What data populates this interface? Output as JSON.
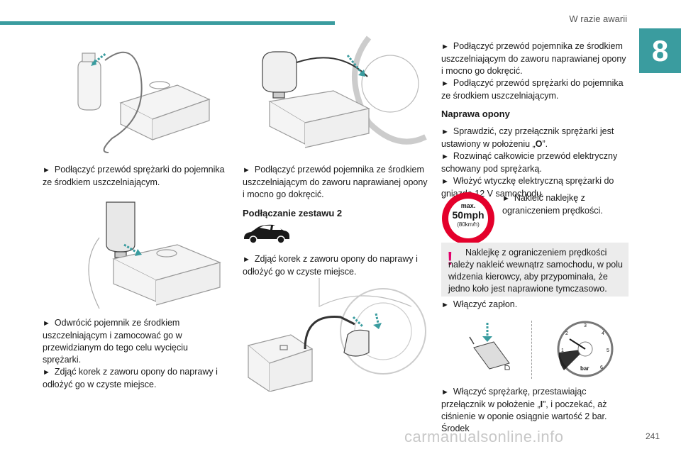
{
  "header": {
    "title": "W razie awarii",
    "chapter": "8",
    "page_number": "241"
  },
  "col1": {
    "p1": "Podłączyć przewód sprężarki do pojemnika ze środkiem uszczelniającym.",
    "p2": "Odwrócić pojemnik ze środkiem uszczelniającym i zamocować go w przewidzianym do tego celu wycięciu sprężarki.",
    "p3": "Zdjąć korek z zaworu opony do naprawy i odłożyć go w czyste miejsce."
  },
  "col2": {
    "p1": "Podłączyć przewód pojemnika ze środkiem uszczelniającym do zaworu naprawianej opony i mocno go dokręcić.",
    "heading": "Podłączanie zestawu 2",
    "p2": "Zdjąć korek z zaworu opony do naprawy i odłożyć go w czyste miejsce."
  },
  "col3": {
    "p1": "Podłączyć przewód pojemnika ze środkiem uszczelniającym do zaworu naprawianej opony i mocno go dokręcić.",
    "p2": "Podłączyć przewód sprężarki do pojemnika ze środkiem uszczelniającym.",
    "heading": "Naprawa opony",
    "p3a": "Sprawdzić, czy przełącznik sprężarki jest ustawiony w położeniu „",
    "p3b": "O",
    "p3c": "”.",
    "p4": "Rozwinąć całkowicie przewód elektryczny schowany pod sprężarką.",
    "p5": "Włożyć wtyczkę elektryczną sprężarki do gniazda 12 V samochodu.",
    "p6": "Nakleić naklejkę z ograniczeniem prędkości.",
    "warning": "Naklejkę z ograniczeniem prędkości należy nakleić wewnątrz samochodu, w polu widzenia kierowcy, aby przypominała, że jedno koło jest naprawione tymczasowo.",
    "p7": "Włączyć zapłon.",
    "p8a": "Włączyć sprężarkę, przestawiając przełącznik w położenie „",
    "p8b": "I",
    "p8c": "”, i poczekać, aż ciśnienie w oponie osiągnie wartość 2 bar. Środek"
  },
  "sticker": {
    "top": "max.",
    "speed": "50mph",
    "kmh": "(80km/h)"
  },
  "gauge": {
    "unit": "bar",
    "ticks": [
      "1",
      "2",
      "3",
      "4",
      "5",
      "6"
    ]
  },
  "watermark": "carmanualsonline.info"
}
